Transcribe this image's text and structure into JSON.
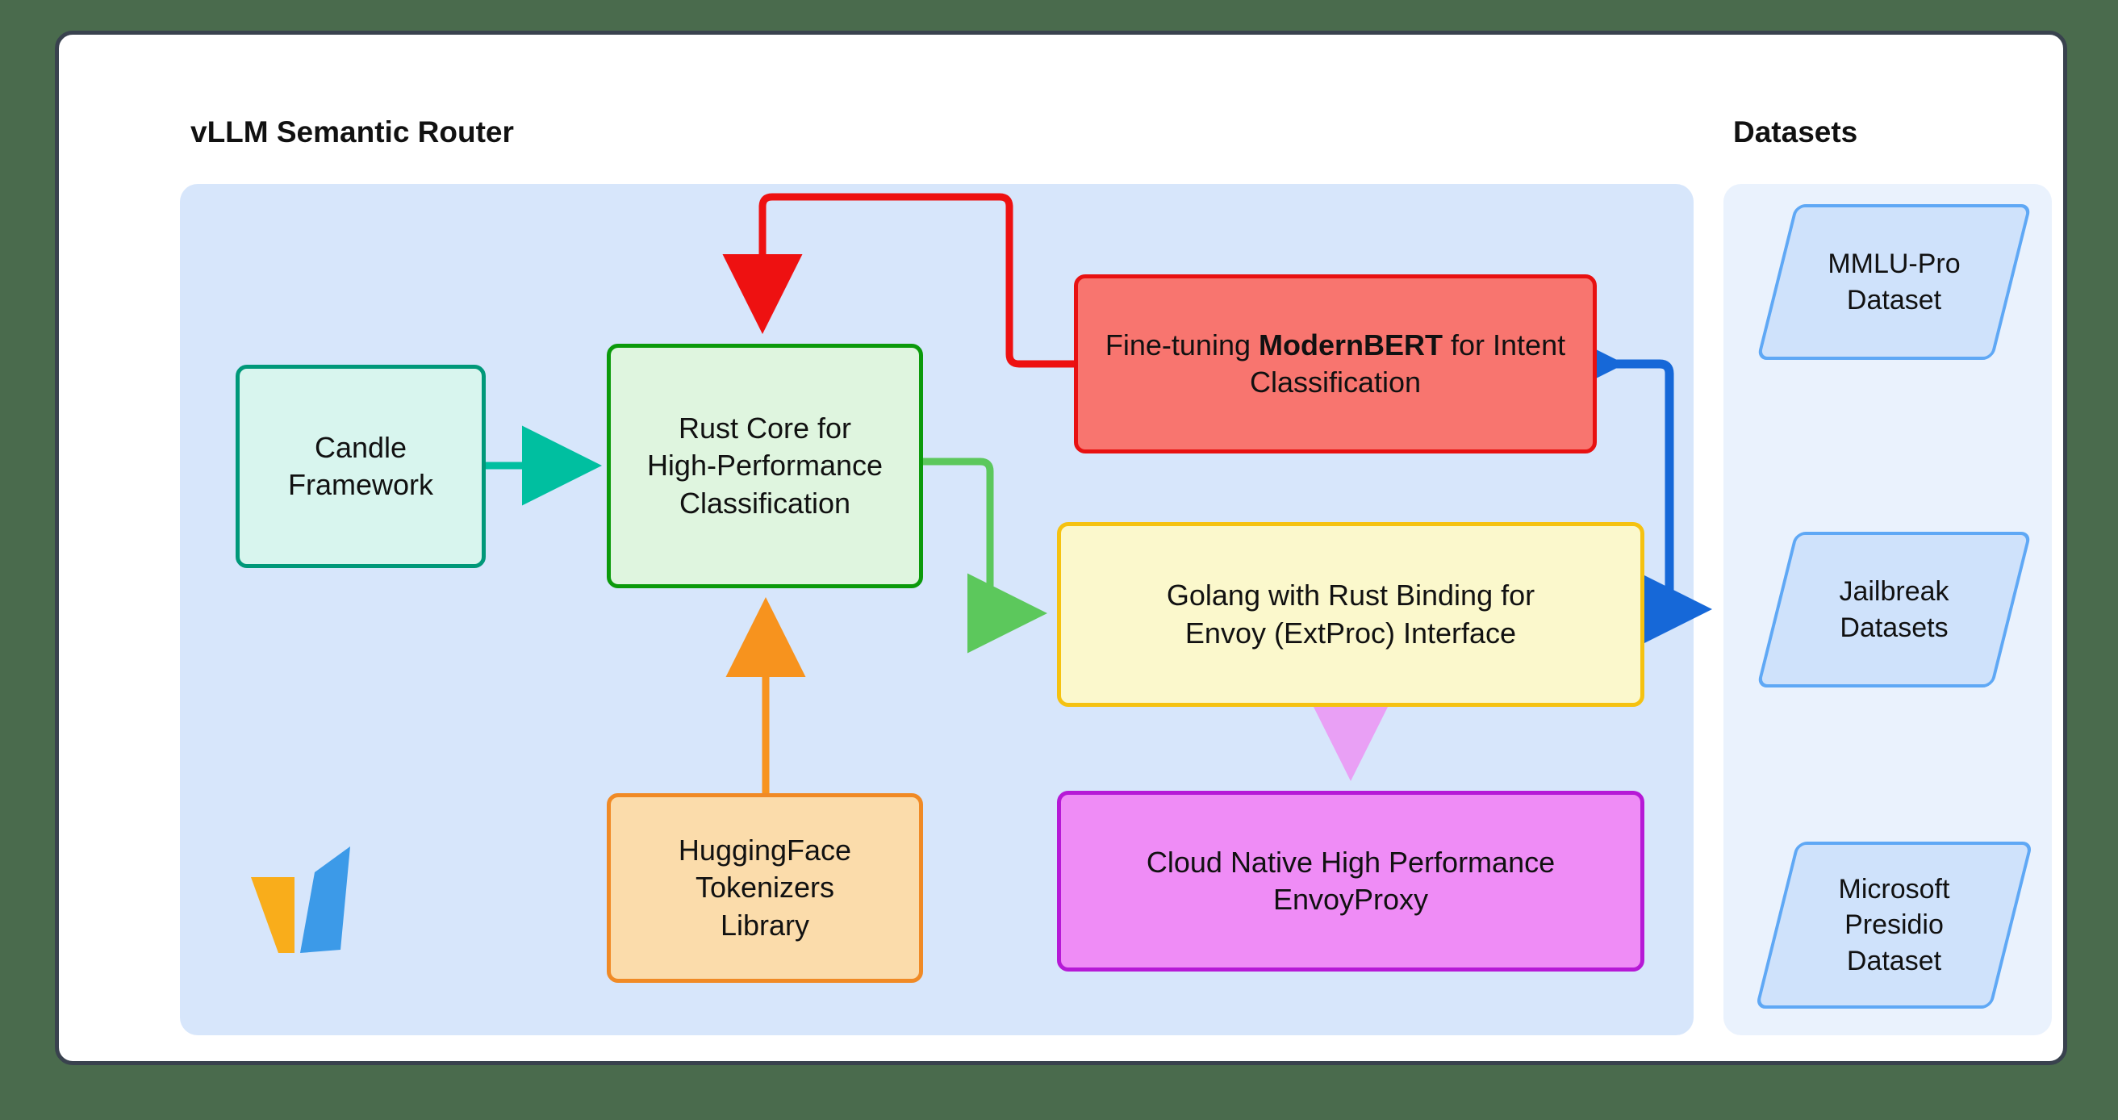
{
  "canvas": {
    "background_color": "#4a6b4d",
    "card_background": "#ffffff",
    "card_border_color": "#39424e"
  },
  "panels": [
    {
      "id": "router",
      "title": "vLLM Semantic Router",
      "background_color": "#d7e6fb"
    },
    {
      "id": "datasets",
      "title": "Datasets",
      "background_color": "#eaf2fd"
    }
  ],
  "nodes": [
    {
      "id": "candle",
      "label": "Candle\nFramework",
      "lines": [
        "Candle",
        "Framework"
      ],
      "fill": "#d8f5ee",
      "stroke": "#009879",
      "shape": "rounded-rect"
    },
    {
      "id": "rust_core",
      "label": "Rust Core for High-Performance Classification",
      "lines": [
        "Rust Core for",
        "High-Performance",
        "Classification"
      ],
      "fill": "#dff5df",
      "stroke": "#0b9a0b",
      "shape": "rounded-rect"
    },
    {
      "id": "huggingface",
      "label": "HuggingFace Tokenizers Library",
      "lines": [
        "HuggingFace",
        "Tokenizers",
        "Library"
      ],
      "fill": "#fbdcab",
      "stroke": "#f08a25",
      "shape": "rounded-rect"
    },
    {
      "id": "modernbert",
      "label": "Fine-tuning ModernBERT for Intent Classification",
      "prefix": "Fine-tuning ",
      "bold": "ModernBERT",
      "suffix": " for Intent Classification",
      "fill": "#f8756f",
      "stroke": "#e81111",
      "shape": "rounded-rect"
    },
    {
      "id": "golang",
      "label": "Golang with Rust Binding for Envoy (ExtProc) Interface",
      "lines": [
        "Golang with Rust Binding for",
        "Envoy (ExtProc) Interface"
      ],
      "fill": "#fbf8cc",
      "stroke": "#f5c211",
      "shape": "rounded-rect"
    },
    {
      "id": "envoyproxy",
      "label": "Cloud Native High Performance EnvoyProxy",
      "lines": [
        "Cloud Native High Performance",
        "EnvoyProxy"
      ],
      "fill": "#ef8cf6",
      "stroke": "#b619d6",
      "shape": "rounded-rect"
    }
  ],
  "datasets": [
    {
      "id": "mmlu",
      "label": "MMLU-Pro Dataset",
      "lines": [
        "MMLU-Pro",
        "Dataset"
      ],
      "fill": "#cfe2fb",
      "stroke": "#5fa8f5",
      "shape": "parallelogram"
    },
    {
      "id": "jailbreak",
      "label": "Jailbreak Datasets",
      "lines": [
        "Jailbreak",
        "Datasets"
      ],
      "fill": "#cfe2fb",
      "stroke": "#5fa8f5",
      "shape": "parallelogram"
    },
    {
      "id": "presidio",
      "label": "Microsoft Presidio Dataset",
      "lines": [
        "Microsoft",
        "Presidio",
        "Dataset"
      ],
      "fill": "#cfe2fb",
      "stroke": "#5fa8f5",
      "shape": "parallelogram"
    }
  ],
  "edges": [
    {
      "id": "candle-to-rust",
      "from": "candle",
      "to": "rust_core",
      "color": "#00bfa0",
      "label": ""
    },
    {
      "id": "hf-to-rust",
      "from": "huggingface",
      "to": "rust_core",
      "color": "#f7931e",
      "label": ""
    },
    {
      "id": "bert-to-rust",
      "from": "modernbert",
      "to": "rust_core",
      "color": "#ee1111",
      "label": ""
    },
    {
      "id": "rust-to-golang",
      "from": "rust_core",
      "to": "golang",
      "color": "#5cc85c",
      "label": ""
    },
    {
      "id": "golang-to-envoy",
      "from": "golang",
      "to": "envoyproxy",
      "color": "#e9a0f5",
      "label": ""
    },
    {
      "id": "datasets-to-bert",
      "from": "datasets",
      "to": "modernbert",
      "color": "#1668d8",
      "label": ""
    }
  ],
  "logo": {
    "name": "vllm-logo",
    "orange": "#f9ad1b",
    "blue": "#3c9ae8"
  }
}
